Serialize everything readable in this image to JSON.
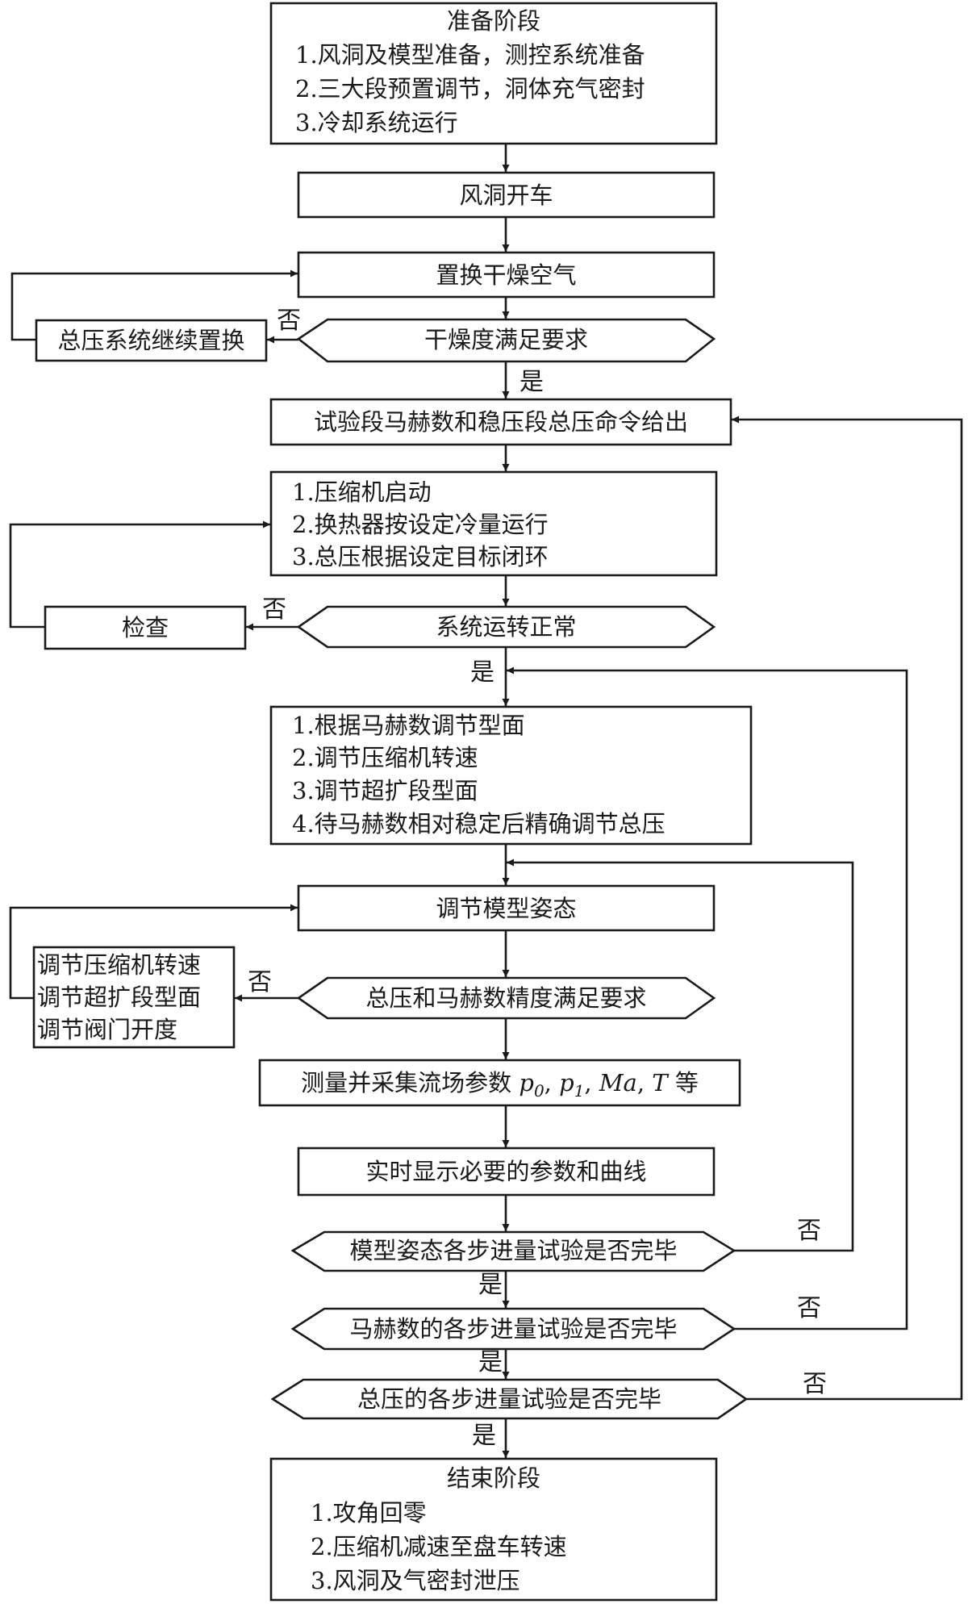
{
  "prep": {
    "title": "准备阶段",
    "items": [
      "1.风洞及模型准备，测控系统准备",
      "2.三大段预置调节，洞体充气密封",
      "3.冷却系统运行"
    ]
  },
  "start": "风洞开车",
  "replace": "置换干燥空气",
  "dry_check": "干燥度满足要求",
  "continue_replace": "总压系统继续置换",
  "command": "试验段马赫数和稳压段总压命令给出",
  "startup": {
    "items": [
      "1.压缩机启动",
      "2.换热器按设定冷量运行",
      "3.总压根据设定目标闭环"
    ]
  },
  "system_ok": "系统运转正常",
  "inspect": "检查",
  "adjust": {
    "items": [
      "1.根据马赫数调节型面",
      "2.调节压缩机转速",
      "3.调节超扩段型面",
      "4.待马赫数相对稳定后精确调节总压"
    ]
  },
  "attitude": "调节模型姿态",
  "precision_check": "总压和马赫数精度满足要求",
  "fix": {
    "items": [
      "调节压缩机转速",
      "调节超扩段型面",
      "调节阀门开度"
    ]
  },
  "measure": {
    "prefix": "测量并采集流场参数",
    "p": "p",
    "sub0": "0",
    "sub1": "1",
    "ma": "Ma",
    "t": "T",
    "suffix": "等"
  },
  "display": "实时显示必要的参数和曲线",
  "attitude_done": "模型姿态各步进量试验是否完毕",
  "mach_done": "马赫数的各步进量试验是否完毕",
  "pressure_done": "总压的各步进量试验是否完毕",
  "end": {
    "title": "结束阶段",
    "items": [
      "1.攻角回零",
      "2.压缩机减速至盘车转速",
      "3.风洞及气密封泄压"
    ]
  },
  "labels": {
    "yes": "是",
    "no": "否"
  }
}
